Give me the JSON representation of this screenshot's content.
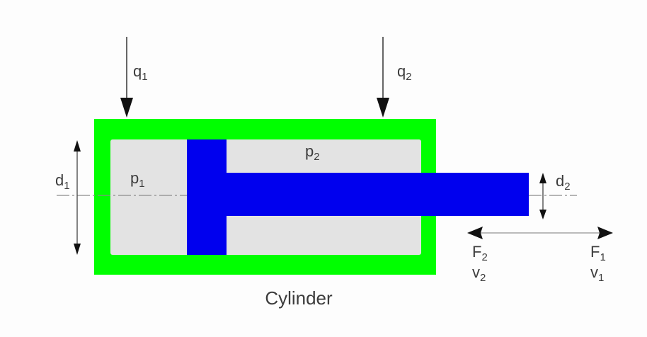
{
  "title": "Cylinder",
  "colors": {
    "housing": "#00ff00",
    "chamber": "#e3e3e3",
    "piston": "#0000ee",
    "arrow": "#222222",
    "centerline": "#8a8a8a",
    "text": "#3c3c3c",
    "background": "#fdfdfd"
  },
  "flows": [
    {
      "id": "q1",
      "symbol": "q",
      "subscript": "1"
    },
    {
      "id": "q2",
      "symbol": "q",
      "subscript": "2"
    }
  ],
  "pressures": [
    {
      "id": "p1",
      "symbol": "p",
      "subscript": "1"
    },
    {
      "id": "p2",
      "symbol": "p",
      "subscript": "2"
    }
  ],
  "diameters": [
    {
      "id": "d1",
      "symbol": "d",
      "subscript": "1"
    },
    {
      "id": "d2",
      "symbol": "d",
      "subscript": "2"
    }
  ],
  "forces": [
    {
      "id": "F2",
      "symbol": "F",
      "subscript": "2"
    },
    {
      "id": "F1",
      "symbol": "F",
      "subscript": "1"
    }
  ],
  "velocities": [
    {
      "id": "v2",
      "symbol": "v",
      "subscript": "2"
    },
    {
      "id": "v1",
      "symbol": "v",
      "subscript": "1"
    }
  ]
}
